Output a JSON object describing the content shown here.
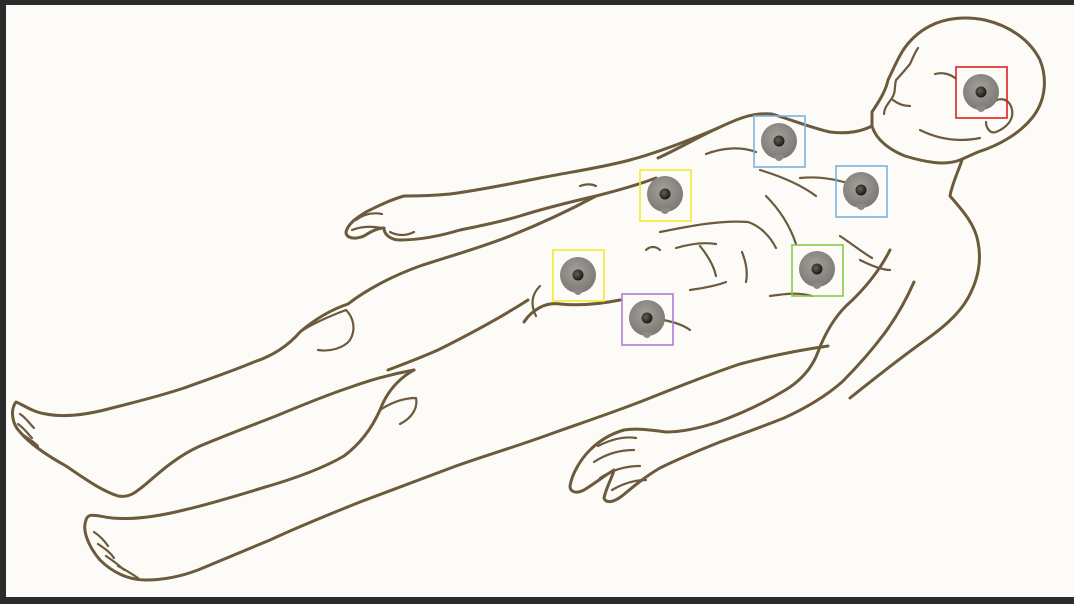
{
  "figure": {
    "background": "#fcfbf8",
    "frame_color": "#2b2b2b",
    "outline_color": "#6b5a3c"
  },
  "electrode": {
    "icon": "electrode-pad-icon",
    "pad_color": "#8c8884",
    "core_color": "#2a2622"
  },
  "markers": [
    {
      "id": "marker-head-right",
      "color": "#e02020",
      "icon": "electrode-pad-icon"
    },
    {
      "id": "marker-shoulder-left",
      "color": "#7ab4e0",
      "icon": "electrode-pad-icon"
    },
    {
      "id": "marker-chest-right",
      "color": "#7ab4e0",
      "icon": "electrode-pad-icon"
    },
    {
      "id": "marker-chest-left",
      "color": "#f2ec2a",
      "icon": "electrode-pad-icon"
    },
    {
      "id": "marker-ribs-right",
      "color": "#8cc84a",
      "icon": "electrode-pad-icon"
    },
    {
      "id": "marker-abdomen-left",
      "color": "#f2ec2a",
      "icon": "electrode-pad-icon"
    },
    {
      "id": "marker-abdomen-lower",
      "color": "#b07ad8",
      "icon": "electrode-pad-icon"
    }
  ]
}
